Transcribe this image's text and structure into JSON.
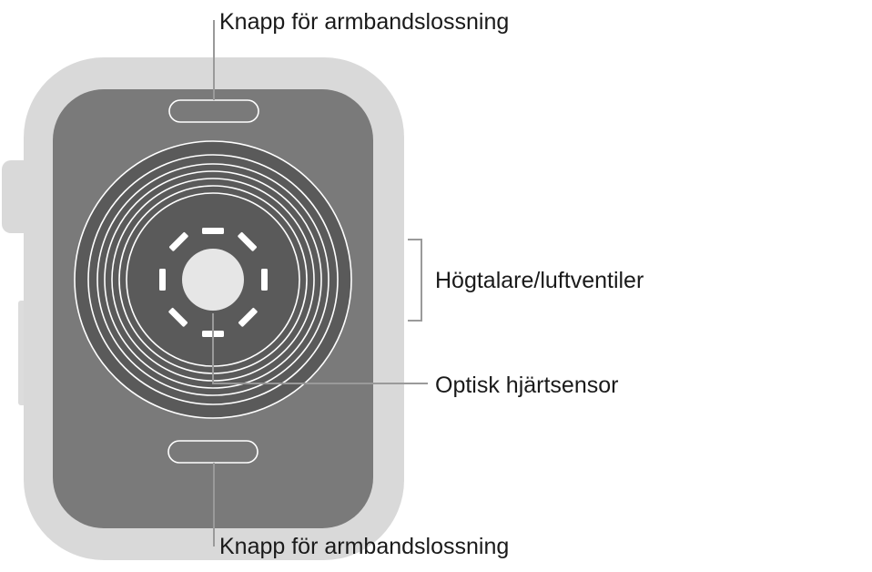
{
  "labels": {
    "band_release_top": "Knapp för armbandslossning",
    "speaker_vents": "Högtalare/luftventiler",
    "heart_sensor": "Optisk hjärtsensor",
    "band_release_bottom": "Knapp för armbandslossning"
  },
  "colors": {
    "case_outer": "#d9d9d9",
    "case_back": "#7a7a7a",
    "sensor_disc": "#5a5a5a",
    "rings": "#ffffff",
    "leader_line": "#9a9a9a",
    "text": "#1a1a1a"
  },
  "icons": [
    "digital-crown",
    "side-button",
    "band-release-slot",
    "sensor-rings",
    "led-segments",
    "optical-sensor-lens"
  ]
}
